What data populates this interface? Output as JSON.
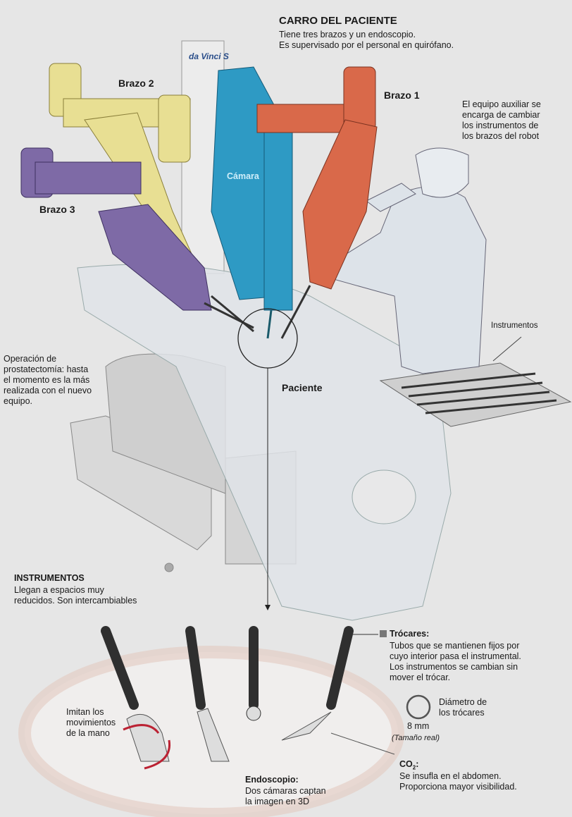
{
  "header": {
    "title": "CARRO DEL PACIENTE",
    "subtitle": "Tiene tres brazos y un endoscopio.\nEs supervisado por el personal en quirófano."
  },
  "logo": "da Vinci S",
  "labels": {
    "arm1": "Brazo 1",
    "arm2": "Brazo 2",
    "arm3": "Brazo 3",
    "camera": "Cámara",
    "patient": "Paciente",
    "instruments_tray": "Instrumentos"
  },
  "notes": {
    "assistant": "El equipo auxiliar se\nencarga de cambiar\nlos instrumentos de\nlos brazos del robot",
    "operation": "Operación de\nprostatectomía: hasta\nel momento es la más\nrealizada con el nuevo\nequipo."
  },
  "instruments": {
    "title": "INSTRUMENTOS",
    "text": "Llegan a espacios muy\nreducidos. Son intercambiables",
    "hand_note": "Imitan los\nmovimientos\nde la mano",
    "endoscope_title": "Endoscopio:",
    "endoscope_text": "Dos cámaras captan\nla imagen en 3D"
  },
  "trocars": {
    "title": "Trócares:",
    "text": "Tubos que se mantienen fijos por\ncuyo interior pasa el instrumental.\nLos instrumentos se cambian sin\nmover el trócar.",
    "diameter_label": "Diámetro de\nlos trócares",
    "diameter_value": "8 mm",
    "diameter_note": "(Tamaño real)"
  },
  "co2": {
    "title": "CO",
    "subscript": "2",
    "colon": ":",
    "text": "Se insufla en el abdomen.\nProporciona mayor visibilidad."
  },
  "colors": {
    "arm1": "#d9694a",
    "arm2": "#e8df93",
    "arm3": "#7e6aa6",
    "camera": "#2e9ac4"
  }
}
